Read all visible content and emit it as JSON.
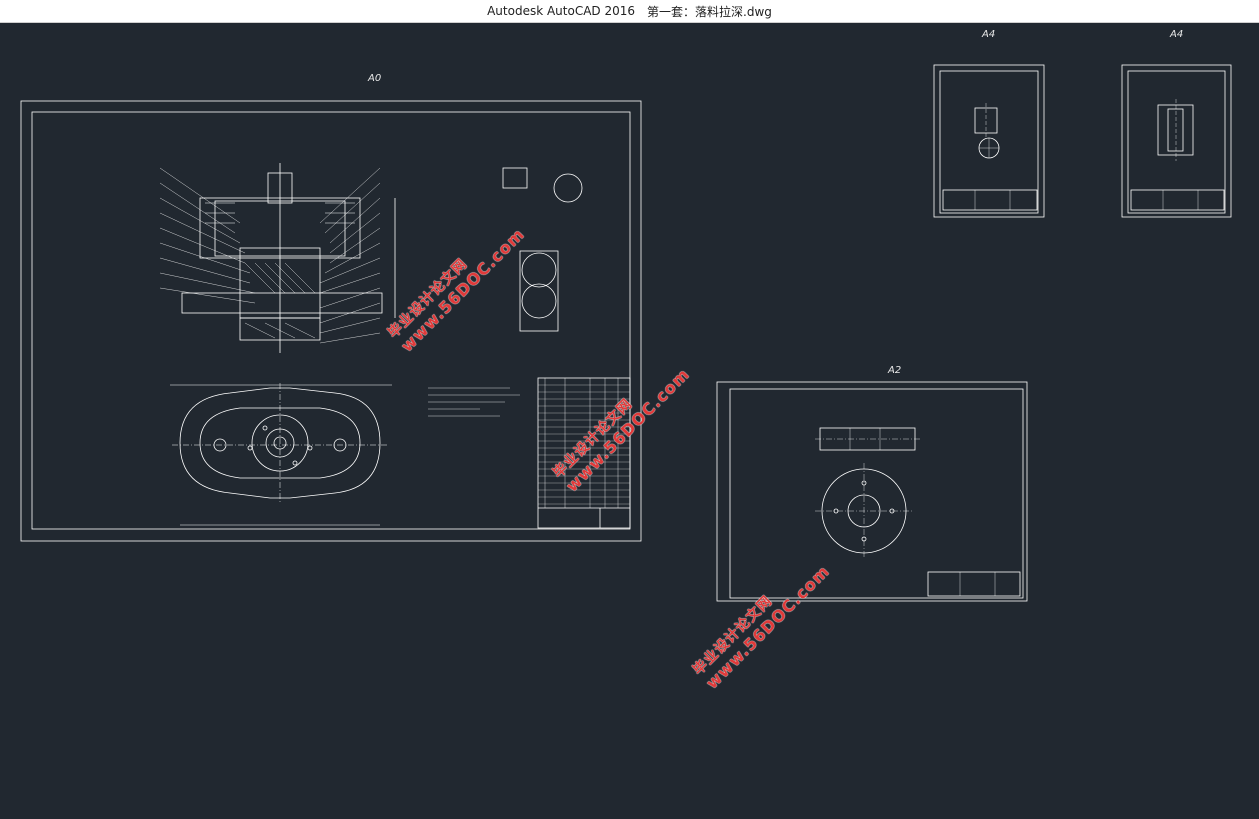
{
  "titlebar": {
    "app": "Autodesk AutoCAD 2016",
    "file": "第一套：落料拉深.dwg"
  },
  "sheets": {
    "a0": "A0",
    "a4_left": "A4",
    "a4_right": "A4",
    "a2": "A2"
  },
  "watermarks": [
    {
      "cn": "毕业设计论文网",
      "en": "www.56DOC.com"
    },
    {
      "cn": "毕业设计论文网",
      "en": "www.56DOC.com"
    },
    {
      "cn": "毕业设计论文网",
      "en": "www.56DOC.com"
    }
  ],
  "colors": {
    "background": "#212830",
    "linework": "#ffffff",
    "watermark": "#e03a3a"
  }
}
